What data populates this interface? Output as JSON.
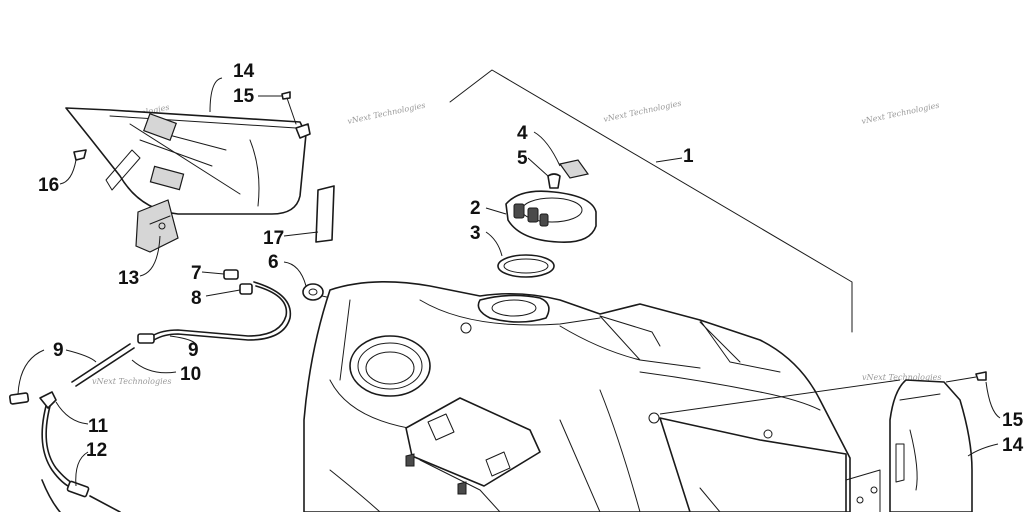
{
  "diagram": {
    "callouts": [
      {
        "id": "c14a",
        "text": "14"
      },
      {
        "id": "c15a",
        "text": "15"
      },
      {
        "id": "c16",
        "text": "16"
      },
      {
        "id": "c13",
        "text": "13"
      },
      {
        "id": "c17",
        "text": "17"
      },
      {
        "id": "c4",
        "text": "4"
      },
      {
        "id": "c5",
        "text": "5"
      },
      {
        "id": "c1",
        "text": "1"
      },
      {
        "id": "c2",
        "text": "2"
      },
      {
        "id": "c3",
        "text": "3"
      },
      {
        "id": "c6",
        "text": "6"
      },
      {
        "id": "c7",
        "text": "7"
      },
      {
        "id": "c8",
        "text": "8"
      },
      {
        "id": "c9a",
        "text": "9"
      },
      {
        "id": "c9b",
        "text": "9"
      },
      {
        "id": "c10",
        "text": "10"
      },
      {
        "id": "c11",
        "text": "11"
      },
      {
        "id": "c12",
        "text": "12"
      },
      {
        "id": "c15b",
        "text": "15"
      },
      {
        "id": "c14b",
        "text": "14"
      }
    ],
    "watermark": "vNext Technologies",
    "watermark_sub": "Technologies"
  }
}
